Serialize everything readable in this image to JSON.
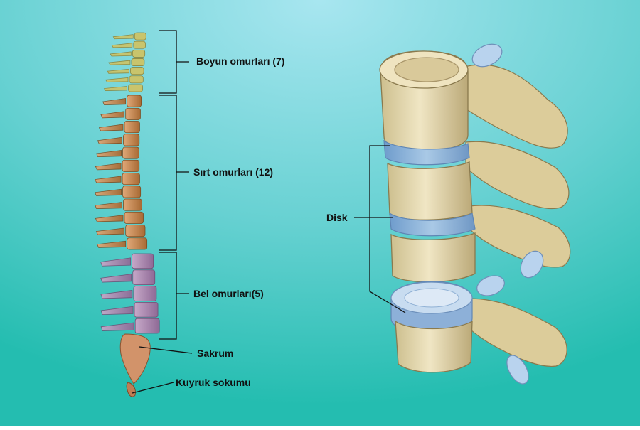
{
  "labels": {
    "cervical": "Boyun omurları (7)",
    "thoracic": "Sırt omurları (12)",
    "lumbar": "Bel omurları(5)",
    "sacrum": "Sakrum",
    "coccyx": "Kuyruk sokumu",
    "disk": "Disk"
  },
  "colors": {
    "background_top": "#a6e3ee",
    "background_bottom": "#29c0b4",
    "cervical": "#c9c46c",
    "thoracic": "#c98a4f",
    "lumbar": "#a886ac",
    "sacrum": "#d2936a",
    "bone": "#e9dcb4",
    "disk": "#8fb6d8"
  },
  "counts": {
    "cervical": 7,
    "thoracic": 12,
    "lumbar": 5
  }
}
